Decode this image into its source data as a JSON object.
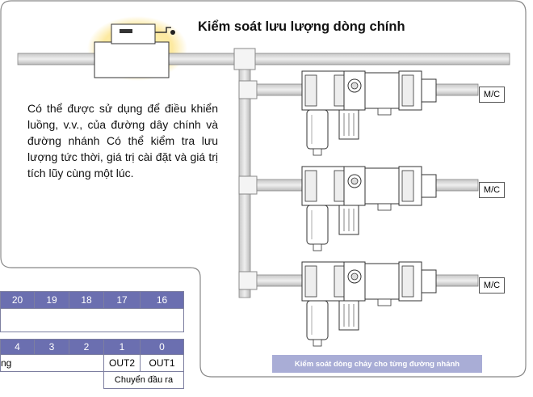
{
  "title": "Kiểm soát lưu lượng dòng chính",
  "description": "Có thể được sử dụng để điều khiển luồng, v.v., của đường dây chính và đường nhánh Có thể kiểm tra lưu lượng tức thời, giá trị cài đặt và giá trị tích lũy cùng một lúc.",
  "branch_labels": [
    "M/C",
    "M/C",
    "M/C"
  ],
  "caption": "Kiểm soát dòng chảy cho từng đường nhánh",
  "table": {
    "row1": [
      "20",
      "19",
      "18",
      "17",
      "16"
    ],
    "row3": [
      "4",
      "3",
      "2",
      "1",
      "0"
    ],
    "row4_text": "ng",
    "row4_out2": "OUT2",
    "row4_out1": "OUT1",
    "row5_text": "Chuyển đầu ra"
  }
}
